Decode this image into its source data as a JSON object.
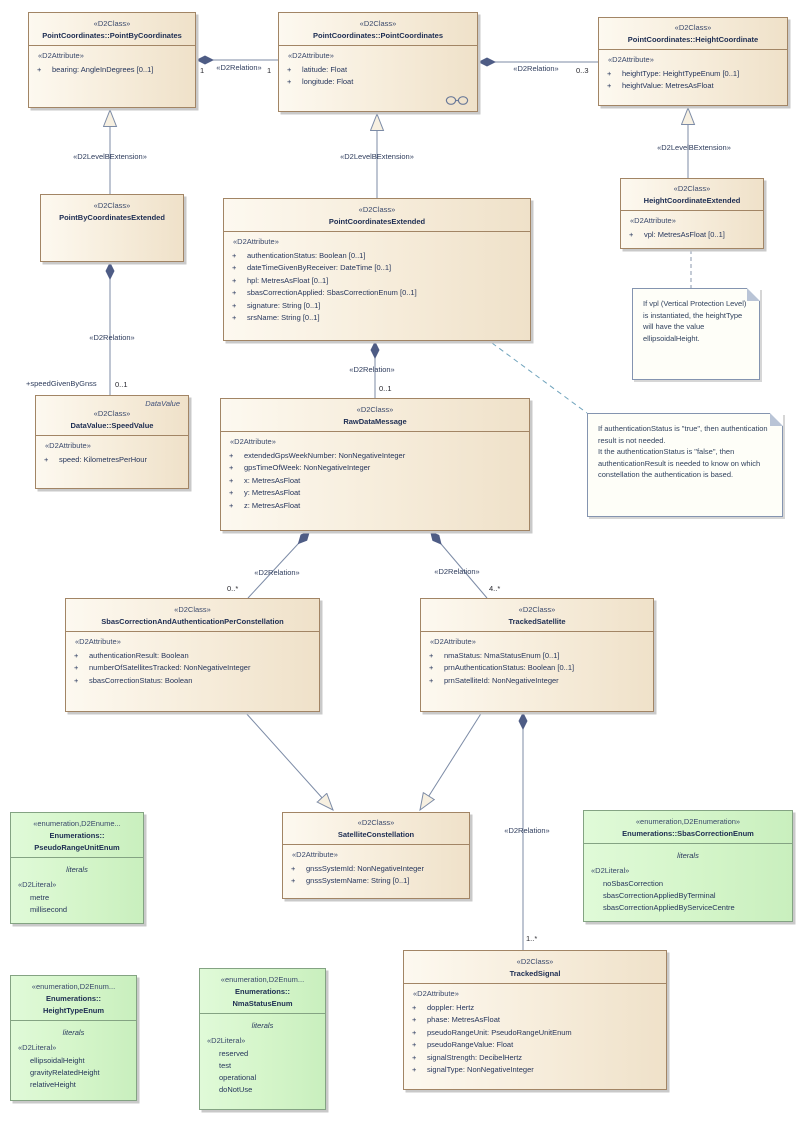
{
  "colors": {
    "class_fill": "#F5EAD5",
    "class_border": "#A28565",
    "enum_fill": "#D6F6CC",
    "enum_border": "#84A383",
    "line": "#7C8BA6",
    "diamond": "#4E5C85",
    "note_border": "#8494B0"
  },
  "classes": [
    {
      "stereotype": "«D2Class»",
      "name": "PointCoordinates::PointByCoordinates",
      "attr_label": "«D2Attribute»",
      "visibility": "+",
      "attributes": [
        "bearing: AngleInDegrees [0..1]"
      ]
    },
    {
      "stereotype": "«D2Class»",
      "name": "PointCoordinates::PointCoordinates",
      "attr_label": "«D2Attribute»",
      "visibility": "+",
      "attributes": [
        "latitude: Float",
        "longitude: Float"
      ],
      "icon": "composite-diagram-icon"
    },
    {
      "stereotype": "«D2Class»",
      "name": "PointCoordinates::HeightCoordinate",
      "attr_label": "«D2Attribute»",
      "visibility": "+",
      "attributes": [
        "heightType: HeightTypeEnum [0..1]",
        "heightValue: MetresAsFloat"
      ]
    },
    {
      "stereotype": "«D2Class»",
      "name": "PointByCoordinatesExtended"
    },
    {
      "stereotype": "«D2Class»",
      "name": "PointCoordinatesExtended",
      "attr_label": "«D2Attribute»",
      "visibility": "+",
      "attributes": [
        "authenticationStatus: Boolean [0..1]",
        "dateTimeGivenByReceiver: DateTime [0..1]",
        "hpl: MetresAsFloat [0..1]",
        "sbasCorrectionApplied: SbasCorrectionEnum [0..1]",
        "signature: String [0..1]",
        "srsName: String [0..1]"
      ]
    },
    {
      "stereotype": "«D2Class»",
      "name": "HeightCoordinateExtended",
      "attr_label": "«D2Attribute»",
      "visibility": "+",
      "attributes": [
        "vpl: MetresAsFloat [0..1]"
      ]
    },
    {
      "keyword": "DataValue",
      "stereotype": "«D2Class»",
      "name": "DataValue::SpeedValue",
      "attr_label": "«D2Attribute»",
      "visibility": "+",
      "attributes": [
        "speed: KilometresPerHour"
      ]
    },
    {
      "stereotype": "«D2Class»",
      "name": "RawDataMessage",
      "attr_label": "«D2Attribute»",
      "visibility": "+",
      "attributes": [
        "extendedGpsWeekNumber: NonNegativeInteger",
        "gpsTimeOfWeek: NonNegativeInteger",
        "x: MetresAsFloat",
        "y: MetresAsFloat",
        "z: MetresAsFloat"
      ]
    },
    {
      "stereotype": "«D2Class»",
      "name": "SbasCorrectionAndAuthenticationPerConstellation",
      "attr_label": "«D2Attribute»",
      "visibility": "+",
      "attributes": [
        "authenticationResult: Boolean",
        "numberOfSatellitesTracked: NonNegativeInteger",
        "sbasCorrectionStatus: Boolean"
      ]
    },
    {
      "stereotype": "«D2Class»",
      "name": "TrackedSatellite",
      "attr_label": "«D2Attribute»",
      "visibility": "+",
      "attributes": [
        "nmaStatus: NmaStatusEnum [0..1]",
        "prnAuthenticationStatus: Boolean [0..1]",
        "prnSatelliteId: NonNegativeInteger"
      ]
    },
    {
      "stereotype": "«D2Class»",
      "name": "SatelliteConstellation",
      "attr_label": "«D2Attribute»",
      "visibility": "+",
      "attributes": [
        "gnssSystemId: NonNegativeInteger",
        "gnssSystemName: String [0..1]"
      ]
    },
    {
      "stereotype": "«D2Class»",
      "name": "TrackedSignal",
      "attr_label": "«D2Attribute»",
      "visibility": "+",
      "attributes": [
        "doppler: Hertz",
        "phase: MetresAsFloat",
        "pseudoRangeUnit: PseudoRangeUnitEnum",
        "pseudoRangeValue: Float",
        "signalStrength: DecibelHertz",
        "signalType: NonNegativeInteger"
      ]
    }
  ],
  "enums": [
    {
      "stereotype": "«enumeration,D2Enume...",
      "name_lines": [
        "Enumerations::",
        "PseudoRangeUnitEnum"
      ],
      "section_label": "literals",
      "literal_label": "«D2Literal»",
      "literals": [
        "metre",
        "millisecond"
      ]
    },
    {
      "stereotype": "«enumeration,D2Enumeration»",
      "name_lines": [
        "Enumerations::SbasCorrectionEnum"
      ],
      "section_label": "literals",
      "literal_label": "«D2Literal»",
      "literals": [
        "noSbasCorrection",
        "sbasCorrectionAppliedByTerminal",
        "sbasCorrectionAppliedByServiceCentre"
      ]
    },
    {
      "stereotype": "«enumeration,D2Enum...",
      "name_lines": [
        "Enumerations::",
        "HeightTypeEnum"
      ],
      "section_label": "literals",
      "literal_label": "«D2Literal»",
      "literals": [
        "ellipsoidalHeight",
        "gravityRelatedHeight",
        "relativeHeight"
      ]
    },
    {
      "stereotype": "«enumeration,D2Enum...",
      "name_lines": [
        "Enumerations::",
        "NmaStatusEnum"
      ],
      "section_label": "literals",
      "literal_label": "«D2Literal»",
      "literals": [
        "reserved",
        "test",
        "operational",
        "doNotUse"
      ]
    }
  ],
  "notes": [
    {
      "text": "If vpl (Vertical Protection Level) is instantiated, the heightType will have the value ellipsoidalHeight."
    },
    {
      "text": "If authenticationStatus is \"true\", then authentication result is not needed.\nIt the authenticationStatus is \"false\", then authenticationResult is needed to know on which constellation the authentication is based."
    }
  ],
  "relations": {
    "pbc_pc": {
      "stereotype": "«D2Relation»",
      "source_mult": "1",
      "target_mult": "1"
    },
    "pc_hc": {
      "stereotype": "«D2Relation»",
      "target_mult": "0..3"
    },
    "ext_pbc": {
      "stereotype": "«D2LevelBExtension»"
    },
    "ext_pc": {
      "stereotype": "«D2LevelBExtension»"
    },
    "ext_hc": {
      "stereotype": "«D2LevelBExtension»"
    },
    "pbce_speed": {
      "stereotype": "«D2Relation»",
      "role": "+speedGivenByGnss",
      "target_mult": "0..1"
    },
    "pce_raw": {
      "stereotype": "«D2Relation»",
      "target_mult": "0..1"
    },
    "raw_sbas": {
      "stereotype": "«D2Relation»",
      "target_mult": "0..*"
    },
    "raw_tsat": {
      "stereotype": "«D2Relation»",
      "target_mult": "4..*"
    },
    "tsat_tsig": {
      "stereotype": "«D2Relation»",
      "target_mult": "1..*"
    }
  }
}
